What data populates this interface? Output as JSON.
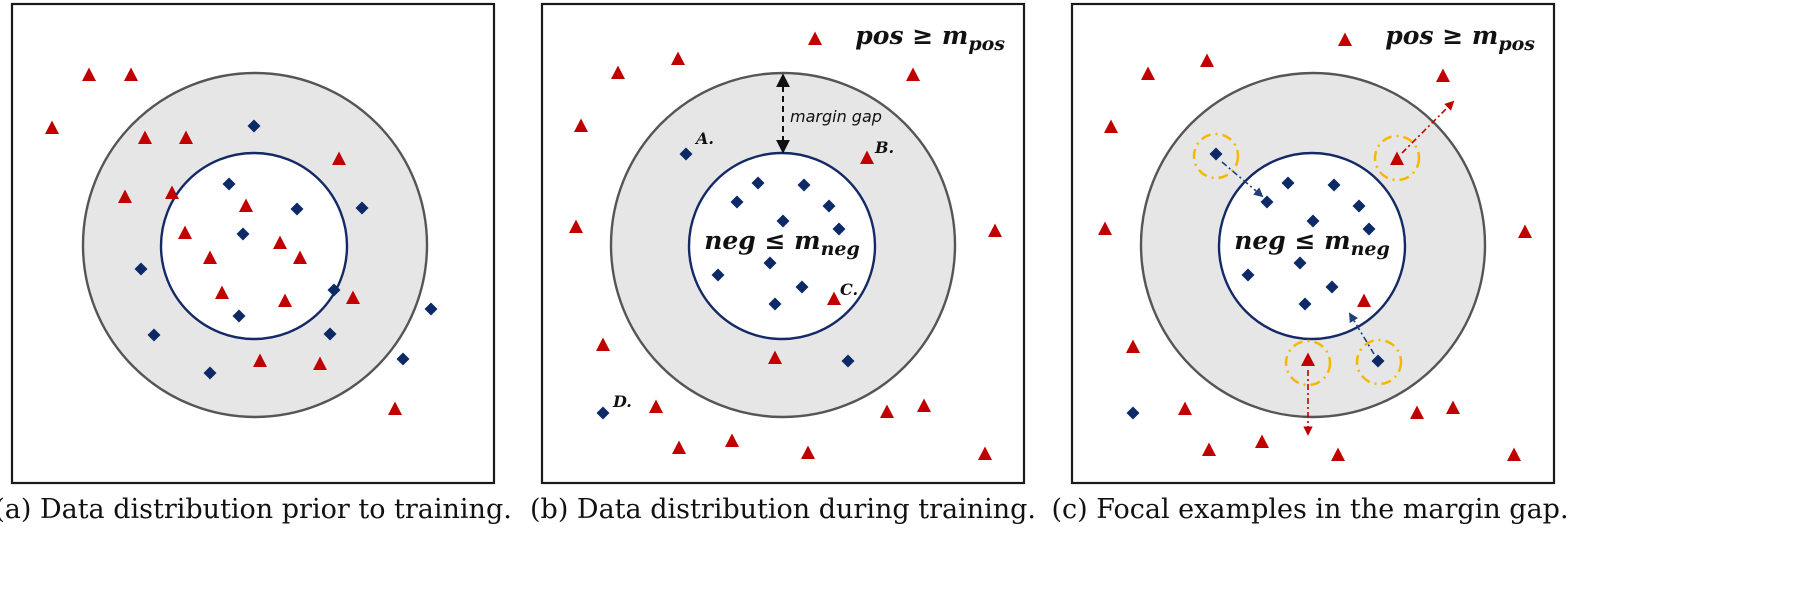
{
  "colors": {
    "positive": "#c00000",
    "negative": "#0d2a66",
    "outer_region": "#e6e6e6",
    "focal_highlight": "#f5b800"
  },
  "markers": {
    "positive": "triangle",
    "negative": "diamond"
  },
  "panels": [
    {
      "id": "a",
      "caption": "(a) Data distribution prior to training.",
      "positives": [
        [
          89,
          75
        ],
        [
          131,
          75
        ],
        [
          52,
          128
        ],
        [
          145,
          138
        ],
        [
          186,
          138
        ],
        [
          339,
          159
        ],
        [
          125,
          197
        ],
        [
          172,
          193
        ],
        [
          246,
          206
        ],
        [
          185,
          233
        ],
        [
          280,
          243
        ],
        [
          300,
          258
        ],
        [
          210,
          258
        ],
        [
          222,
          293
        ],
        [
          285,
          301
        ],
        [
          353,
          298
        ],
        [
          260,
          361
        ],
        [
          320,
          364
        ],
        [
          395,
          409
        ]
      ],
      "negatives": [
        [
          254,
          126
        ],
        [
          229,
          184
        ],
        [
          297,
          209
        ],
        [
          362,
          208
        ],
        [
          243,
          234
        ],
        [
          141,
          269
        ],
        [
          334,
          290
        ],
        [
          239,
          316
        ],
        [
          154,
          335
        ],
        [
          330,
          334
        ],
        [
          431,
          309
        ],
        [
          403,
          359
        ],
        [
          210,
          373
        ]
      ]
    },
    {
      "id": "b",
      "caption": "(b) Data distribution during training.",
      "formula_pos": {
        "text": "pos ≥ m",
        "sub": "pos"
      },
      "formula_neg": {
        "text": "neg ≤ m",
        "sub": "neg"
      },
      "gap_label": "margin gap",
      "point_labels": [
        "A.",
        "B.",
        "C.",
        "D."
      ],
      "positives": [
        [
          815,
          39
        ],
        [
          618,
          73
        ],
        [
          678,
          59
        ],
        [
          913,
          75
        ],
        [
          581,
          126
        ],
        [
          867,
          158
        ],
        [
          576,
          227
        ],
        [
          995,
          231
        ],
        [
          834,
          299
        ],
        [
          603,
          345
        ],
        [
          775,
          358
        ],
        [
          656,
          407
        ],
        [
          887,
          412
        ],
        [
          924,
          406
        ],
        [
          679,
          448
        ],
        [
          732,
          441
        ],
        [
          808,
          453
        ],
        [
          985,
          454
        ]
      ],
      "negatives": [
        [
          686,
          154
        ],
        [
          758,
          183
        ],
        [
          804,
          185
        ],
        [
          737,
          202
        ],
        [
          829,
          206
        ],
        [
          783,
          221
        ],
        [
          839,
          229
        ],
        [
          770,
          263
        ],
        [
          718,
          275
        ],
        [
          802,
          287
        ],
        [
          775,
          304
        ],
        [
          848,
          361
        ],
        [
          603,
          413
        ]
      ]
    },
    {
      "id": "c",
      "caption": "(c) Focal examples in the margin gap.",
      "formula_pos": {
        "text": "pos ≥ m",
        "sub": "pos"
      },
      "formula_neg": {
        "text": "neg ≤ m",
        "sub": "neg"
      },
      "positives": [
        [
          1345,
          40
        ],
        [
          1148,
          74
        ],
        [
          1207,
          61
        ],
        [
          1443,
          76
        ],
        [
          1111,
          127
        ],
        [
          1397,
          159
        ],
        [
          1105,
          229
        ],
        [
          1525,
          232
        ],
        [
          1364,
          301
        ],
        [
          1133,
          347
        ],
        [
          1308,
          360
        ],
        [
          1185,
          409
        ],
        [
          1417,
          413
        ],
        [
          1453,
          408
        ],
        [
          1209,
          450
        ],
        [
          1262,
          442
        ],
        [
          1338,
          455
        ],
        [
          1514,
          455
        ]
      ],
      "negatives": [
        [
          1216,
          154
        ],
        [
          1288,
          183
        ],
        [
          1334,
          185
        ],
        [
          1267,
          202
        ],
        [
          1359,
          206
        ],
        [
          1313,
          221
        ],
        [
          1369,
          229
        ],
        [
          1300,
          263
        ],
        [
          1248,
          275
        ],
        [
          1332,
          287
        ],
        [
          1305,
          304
        ],
        [
          1378,
          361
        ],
        [
          1133,
          413
        ]
      ]
    }
  ]
}
